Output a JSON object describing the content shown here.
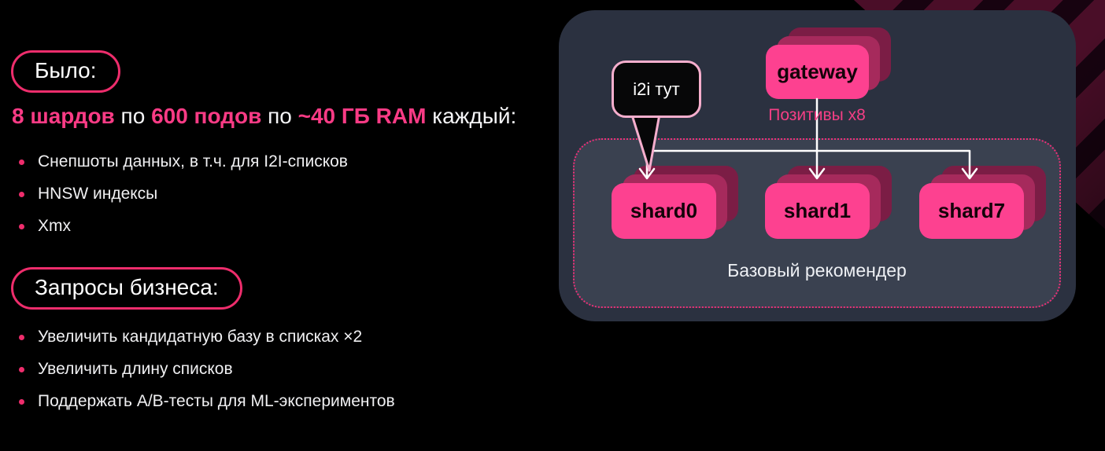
{
  "left": {
    "was_badge": "Было:",
    "headline": {
      "p1": "8 шардов",
      "w1": " по ",
      "p2": "600 подов",
      "w2": " по ",
      "p3": "~40 ГБ RAM",
      "w3": " каждый:"
    },
    "was_bullets": [
      "Снепшоты данных, в т.ч. для I2I-списков",
      "HNSW индексы",
      "Xmx"
    ],
    "requests_badge": "Запросы бизнеса:",
    "request_bullets": [
      "Увеличить кандидатную базу в списках ×2",
      "Увеличить длину списков",
      "Поддержать A/B-тесты для ML-экспериментов"
    ]
  },
  "diagram": {
    "callout": "i2i тут",
    "gateway_label": "gateway",
    "edge_label": "Позитивы x8",
    "shards": [
      "shard0",
      "shard1",
      "shard7"
    ],
    "group_label": "Базовый рекомендер"
  },
  "colors": {
    "background": "#000000",
    "accent_pink": "#fa3b85",
    "outline_pink": "#ee2d6c",
    "dotted_border_pink": "#ed2f78",
    "node_pink": "#fd4190",
    "node_mid_pink": "#a62a5c",
    "node_back_maroon": "#7b1d45",
    "callout_border_pink": "#f6aecd",
    "panel_bg": "#2b3140",
    "panel_inner_bg": "#3a4150",
    "stripe_burgundy": "#4a0e28",
    "text_white": "#ffffff"
  }
}
